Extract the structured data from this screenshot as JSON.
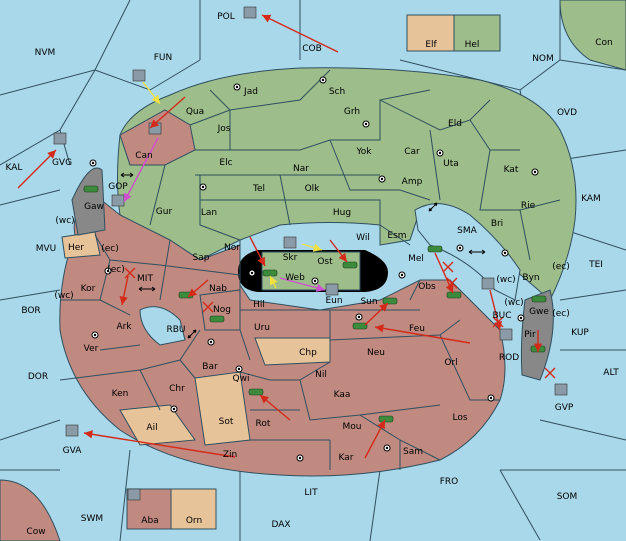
{
  "colors": {
    "sea": "#a9d8ea",
    "green_power": "#9dbd8a",
    "red_power": "#c08a80",
    "tan_power": "#e7c39a",
    "move_order": "#d42a1a",
    "support_order": "#f0e040",
    "convoy_order": "#d04fd0",
    "borders": "#2f4f5f"
  },
  "legend": {
    "top": [
      "Elf",
      "Hel"
    ],
    "bottom": [
      "Aba",
      "Orn"
    ]
  },
  "provinces": {
    "POL": "POL",
    "COB": "COB",
    "NVM": "NVM",
    "FUN": "FUN",
    "NOM": "NOM",
    "Con": "Con",
    "OVD": "OVD",
    "KAL": "KAL",
    "GVG": "GVG",
    "KAM": "KAM",
    "MVU": "MVU",
    "TEI": "TEI",
    "BOR": "BOR",
    "KUP": "KUP",
    "DOR": "DOR",
    "ALT": "ALT",
    "GVP": "GVP",
    "GVA": "GVA",
    "FRO": "FRO",
    "SOM": "SOM",
    "LIT": "LIT",
    "SWM": "SWM",
    "DAX": "DAX",
    "Cow": "Cow",
    "Jad": "Jad",
    "Sch": "Sch",
    "Qua": "Qua",
    "Jos": "Jos",
    "Grh": "Grh",
    "Eld": "Eld",
    "Can": "Can",
    "Yok": "Yok",
    "Car": "Car",
    "Uta": "Uta",
    "Elc": "Elc",
    "Nar": "Nar",
    "Kat": "Kat",
    "Tel": "Tel",
    "Olk": "Olk",
    "Amp": "Amp",
    "GOP": "GOP",
    "Gaw": "Gaw",
    "Gur": "Gur",
    "Lan": "Lan",
    "Hug": "Hug",
    "Rie": "Rie",
    "Bri": "Bri",
    "SMA": "SMA",
    "Esm": "Esm",
    "Wil": "Wil",
    "Nor": "Nor",
    "Skr": "Skr",
    "Her": "Her",
    "Sap": "Sap",
    "Ost": "Ost",
    "Mel": "Mel",
    "Byn": "Byn",
    "Web": "Web",
    "MIT": "MIT",
    "Kor": "Kor",
    "Nab": "Nab",
    "Eun": "Eun",
    "Obs": "Obs",
    "Hil": "Hil",
    "Sun": "Sun",
    "Gwe": "Gwe",
    "BUC": "BUC",
    "Ark": "Ark",
    "Nog": "Nog",
    "RBU": "RBU",
    "Uru": "Uru",
    "Feu": "Feu",
    "Pir": "Pir",
    "Ver": "Ver",
    "Chp": "Chp",
    "Neu": "Neu",
    "Orl": "Orl",
    "ROD": "ROD",
    "Bar": "Bar",
    "Qwi": "Qwi",
    "Nil": "Nil",
    "Ken": "Ken",
    "Chr": "Chr",
    "Kaa": "Kaa",
    "Rot": "Rot",
    "Sot": "Sot",
    "Los": "Los",
    "Ail": "Ail",
    "Mou": "Mou",
    "Zin": "Zin",
    "Sam": "Sam",
    "Kar": "Kar",
    "wc": "(wc)",
    "ec": "(ec)"
  }
}
